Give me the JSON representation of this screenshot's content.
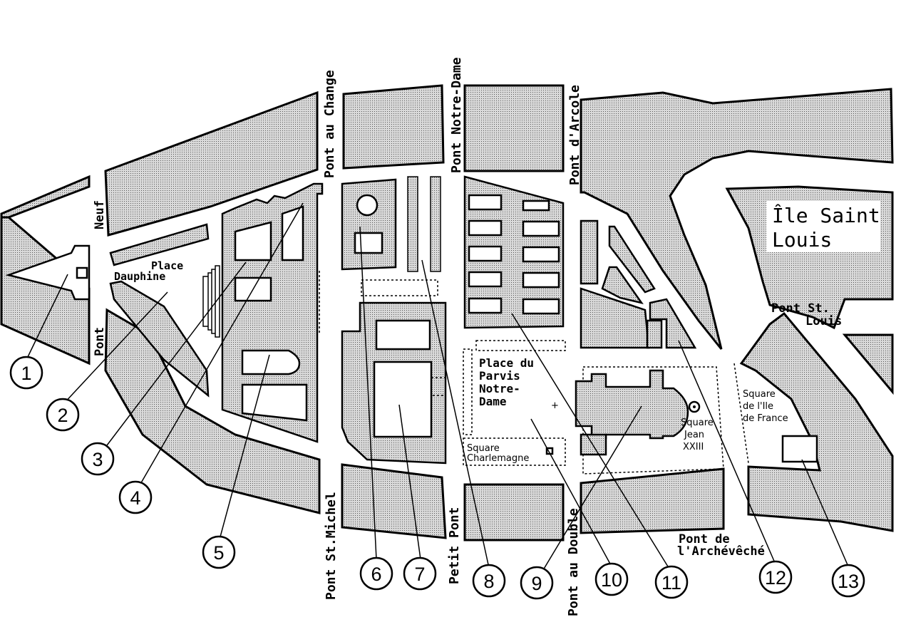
{
  "map": {
    "places": {
      "place_dauphine": [
        "Place",
        "Dauphine"
      ],
      "parvis": [
        "Place du",
        "Parvis",
        "Notre-",
        "Dame"
      ],
      "square_charlemagne": [
        "Square",
        "Charlemagne"
      ],
      "square_jean": [
        "Square",
        "Jean",
        "XXIII"
      ],
      "square_ile_de_france": [
        "Square",
        "de l'Ile",
        "de France"
      ],
      "ile_saint_louis": [
        "Île Saint",
        "Louis"
      ]
    },
    "bridges": {
      "pont_neuf_a": "Neuf",
      "pont_neuf_b": "Pont",
      "pont_au_change": "Pont au Change",
      "pont_notre_dame": "Pont Notre-Dame",
      "pont_d_arcole": "Pont d'Arcole",
      "pont_st_louis": [
        "Pont St.",
        "Louis"
      ],
      "pont_st_michel": "Pont St.Michel",
      "petit_pont": "Petit Pont",
      "pont_au_double": "Pont au Double",
      "pont_archeveche": [
        "Pont de",
        "l'Archévêché"
      ]
    },
    "markers": [
      "1",
      "2",
      "3",
      "4",
      "5",
      "6",
      "7",
      "8",
      "9",
      "10",
      "11",
      "12",
      "13"
    ]
  }
}
